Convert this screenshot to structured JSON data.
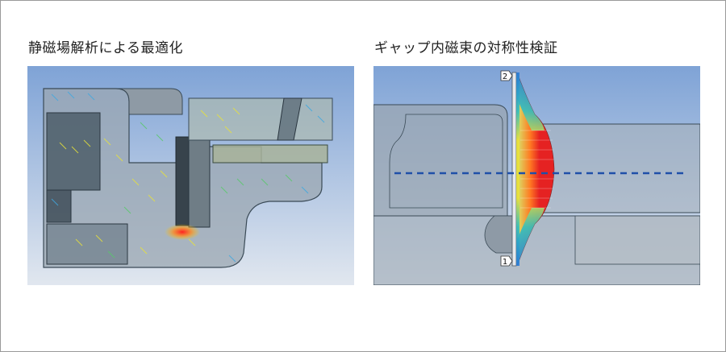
{
  "figure": {
    "left_caption": "静磁場解析による最適化",
    "right_caption": "ギャップ内磁束の対称性検証",
    "markers": {
      "top": "2",
      "bottom": "1"
    },
    "colors": {
      "background_top": "#7fa3d6",
      "background_bottom": "#dfe6ee",
      "dashed_line": "#1f4fa8",
      "flux_max": "#e52222",
      "flux_low": "#2a7bd6"
    }
  }
}
